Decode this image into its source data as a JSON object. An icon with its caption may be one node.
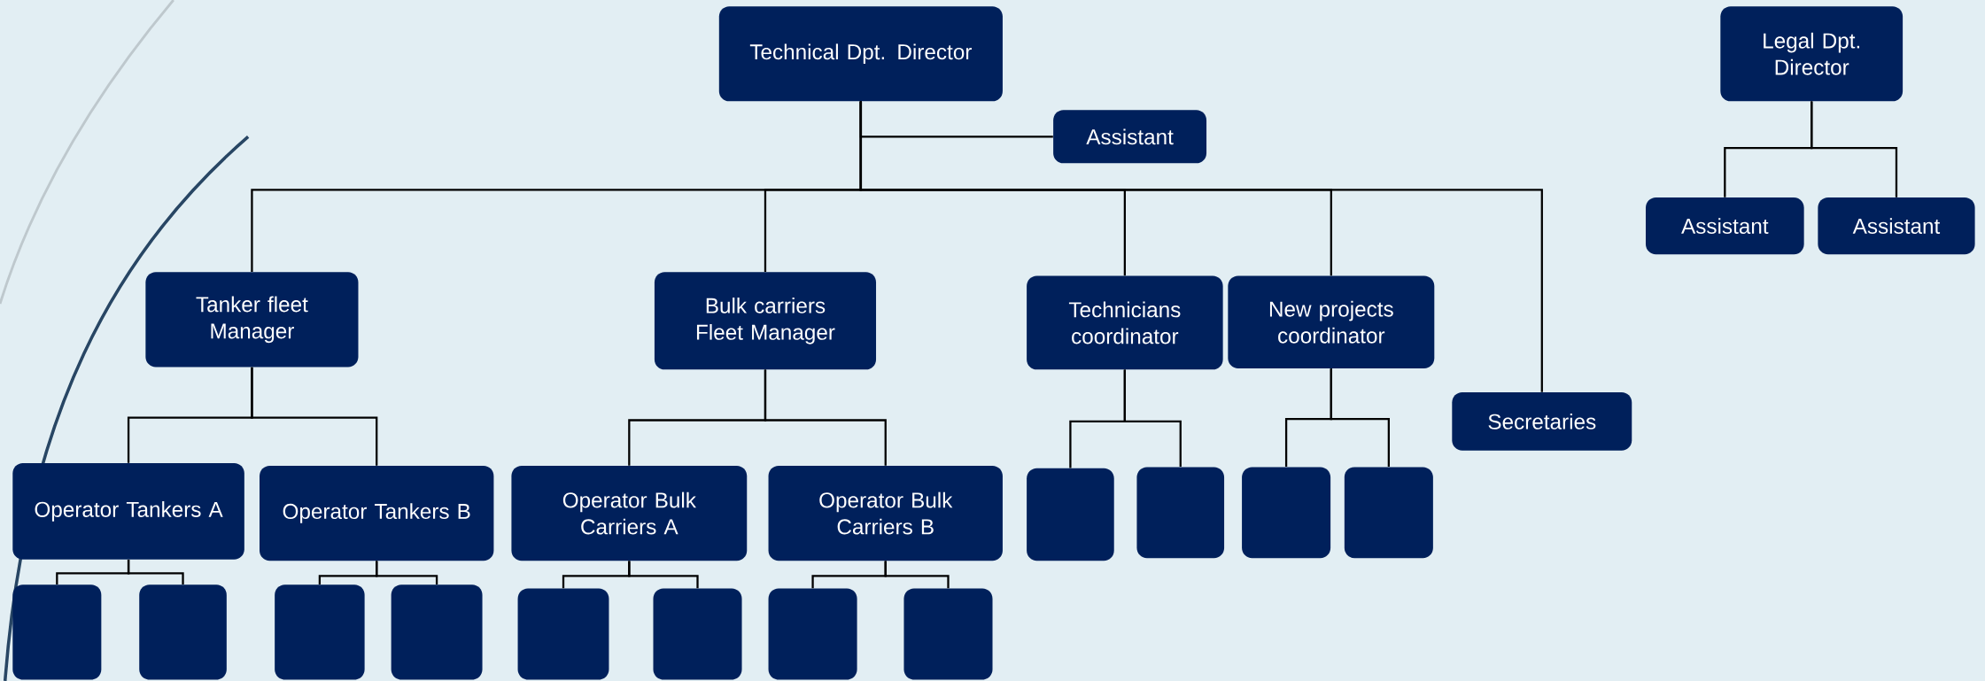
{
  "diagram": {
    "nodes": [
      {
        "text": [
          "Technical Dpt. Director"
        ]
      },
      {
        "text": [
          "Assistant"
        ]
      },
      {
        "text": [
          "Legal Dpt. Director"
        ]
      },
      {
        "text": [
          "Assistant"
        ]
      },
      {
        "text": [
          "Assistant"
        ]
      },
      {
        "text": [
          "Tanker fleet Manager"
        ]
      },
      {
        "text": [
          "Bulk carriers Fleet Manager"
        ]
      },
      {
        "text": [
          "Technicians coordinator"
        ]
      },
      {
        "text": [
          "New projects coordinator"
        ]
      },
      {
        "text": [
          "Secretaries"
        ]
      },
      {
        "text": [
          "Operator Tankers A"
        ]
      },
      {
        "text": [
          "Operator Tankers B"
        ]
      },
      {
        "text": [
          "Operator Bulk Carriers A"
        ]
      },
      {
        "text": [
          "Operator Bulk Carriers B"
        ]
      },
      {
        "text": [],
        "shape": "box"
      },
      {
        "text": [],
        "shape": "box"
      },
      {
        "text": [],
        "shape": "box"
      },
      {
        "text": [],
        "shape": "box"
      },
      {
        "text": [],
        "shape": "box"
      },
      {
        "text": [],
        "shape": "box"
      },
      {
        "text": [],
        "shape": "box"
      },
      {
        "text": [],
        "shape": "box"
      },
      {
        "text": [],
        "shape": "box"
      },
      {
        "text": [],
        "shape": "box"
      },
      {
        "text": [],
        "shape": "box"
      },
      {
        "text": [],
        "shape": "box"
      }
    ],
    "edges": [
      {
        "from": 0,
        "to": 1,
        "arrow": "none"
      },
      {
        "from": 0,
        "to": 5,
        "arrow": "none"
      },
      {
        "from": 0,
        "to": 6,
        "arrow": "none"
      },
      {
        "from": 0,
        "to": 7,
        "arrow": "none"
      },
      {
        "from": 0,
        "to": 8,
        "arrow": "none"
      },
      {
        "from": 0,
        "to": 9,
        "arrow": "none"
      },
      {
        "from": 2,
        "to": 3,
        "arrow": "none"
      },
      {
        "from": 2,
        "to": 4,
        "arrow": "none"
      },
      {
        "from": 5,
        "to": 10,
        "arrow": "none"
      },
      {
        "from": 5,
        "to": 11,
        "arrow": "none"
      },
      {
        "from": 6,
        "to": 12,
        "arrow": "none"
      },
      {
        "from": 6,
        "to": 13,
        "arrow": "none"
      },
      {
        "from": 7,
        "to": 14,
        "arrow": "none"
      },
      {
        "from": 7,
        "to": 15,
        "arrow": "none"
      },
      {
        "from": 8,
        "to": 16,
        "arrow": "none"
      },
      {
        "from": 8,
        "to": 17,
        "arrow": "none"
      },
      {
        "from": 10,
        "to": 18,
        "arrow": "none"
      },
      {
        "from": 10,
        "to": 19,
        "arrow": "none"
      },
      {
        "from": 11,
        "to": 20,
        "arrow": "none"
      },
      {
        "from": 11,
        "to": 21,
        "arrow": "none"
      },
      {
        "from": 12,
        "to": 22,
        "arrow": "none"
      },
      {
        "from": 12,
        "to": 23,
        "arrow": "none"
      },
      {
        "from": 13,
        "to": 24,
        "arrow": "none"
      },
      {
        "from": 13,
        "to": 25,
        "arrow": "none"
      }
    ]
  }
}
